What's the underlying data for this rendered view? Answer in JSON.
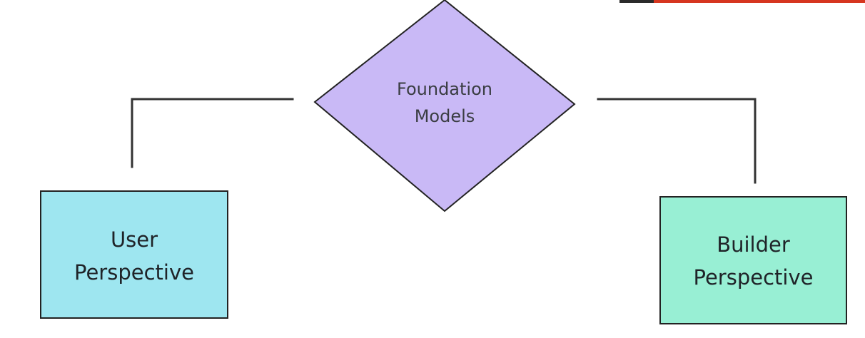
{
  "diagram": {
    "center_node": {
      "line1": "Foundation",
      "line2": "Models",
      "fill": "#c9b9f6"
    },
    "left_node": {
      "line1": "User",
      "line2": "Perspective",
      "fill": "#9ee6f0"
    },
    "right_node": {
      "line1": "Builder",
      "line2": "Perspective",
      "fill": "#98efd4"
    },
    "stroke_color": "#222222",
    "connector_color": "#333333"
  }
}
